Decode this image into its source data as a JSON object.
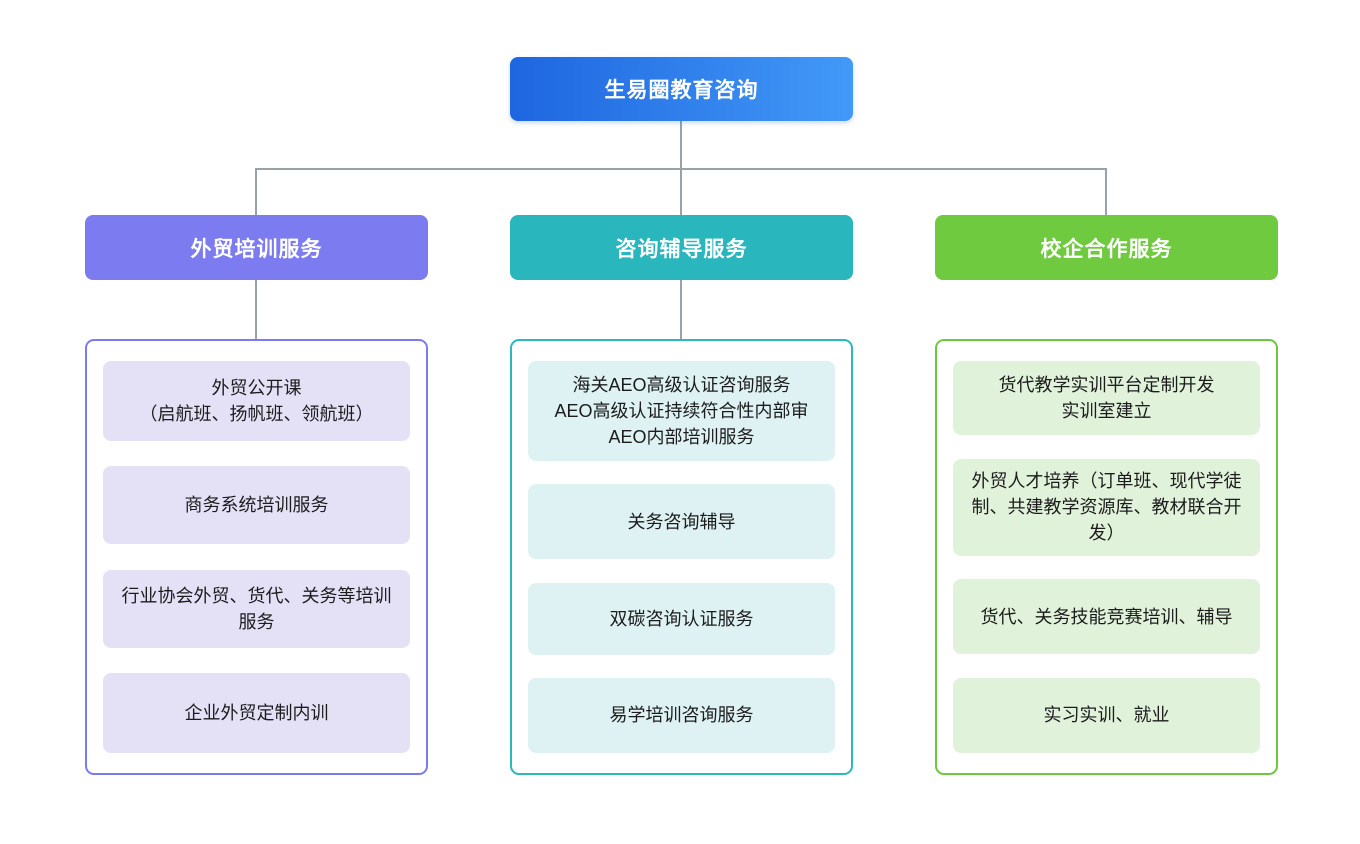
{
  "diagram": {
    "root_label": "生易圈教育咨询",
    "colors": {
      "root_gradient_start": "#1E66E0",
      "root_gradient_end": "#4299F7",
      "connector": "#99A1AB",
      "branch1_accent": "#7C7BF0",
      "branch1_item_bg": "#E4E1F7",
      "branch2_accent": "#29B6BD",
      "branch2_item_bg": "#DEF1F3",
      "branch3_accent": "#70CA3F",
      "branch3_item_bg": "#E1F2DB"
    },
    "branches": [
      {
        "label": "外贸培训服务",
        "items": [
          "外贸公开课\n（启航班、扬帆班、领航班）",
          "商务系统培训服务",
          "行业协会外贸、货代、关务等培训服务",
          "企业外贸定制内训"
        ]
      },
      {
        "label": "咨询辅导服务",
        "items": [
          "海关AEO高级认证咨询服务\nAEO高级认证持续符合性内部审\nAEO内部培训服务",
          "关务咨询辅导",
          "双碳咨询认证服务",
          "易学培训咨询服务"
        ]
      },
      {
        "label": "校企合作服务",
        "items": [
          "货代教学实训平台定制开发\n实训室建立",
          "外贸人才培养（订单班、现代学徒制、共建教学资源库、教材联合开发）",
          "货代、关务技能竞赛培训、辅导",
          "实习实训、就业"
        ]
      }
    ]
  }
}
